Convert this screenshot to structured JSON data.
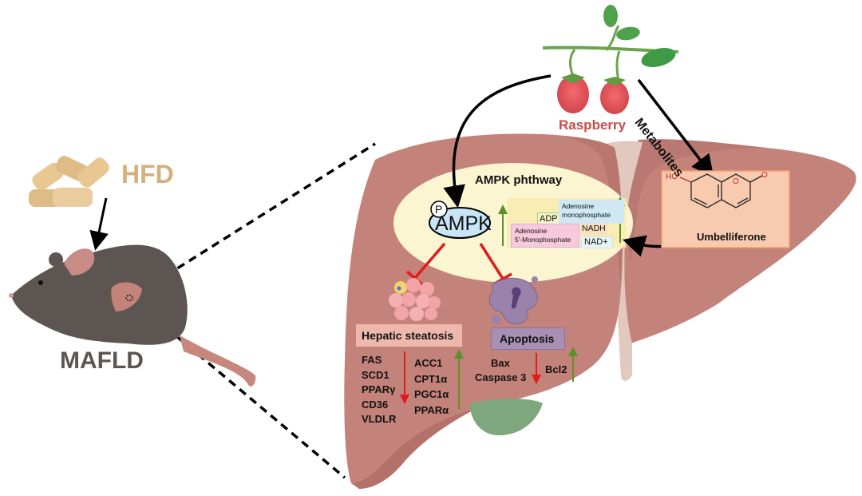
{
  "diagram": {
    "left": {
      "diet_label": "HFD",
      "model_label": "MAFLD"
    },
    "source": {
      "plant_label": "Raspberry",
      "metabolites_label": "Metabolites"
    },
    "pathway": {
      "title": "AMPK phthway",
      "kinase_label": "AMPK",
      "phospho_label": "P",
      "metabolites": {
        "adp": "ADP",
        "amp_line1": "Adenosine",
        "amp_line2": "monophosphate",
        "amp5_line1": "Adenosine",
        "amp5_line2": "5'-Monophosphate",
        "nadh": "NADH",
        "nad_plus": "NAD+"
      }
    },
    "compound": {
      "name": "Umbelliferone",
      "atom_ho": "HO",
      "atom_o_ring": "O",
      "atom_o_carbonyl": "O"
    },
    "outcomes": {
      "steatosis": {
        "title": "Hepatic steatosis",
        "down_genes": [
          "FAS",
          "SCD1",
          "PPARγ",
          "CD36",
          "VLDLR"
        ],
        "up_genes": [
          "ACC1",
          "CPT1α",
          "PGC1α",
          "PPARα"
        ]
      },
      "apoptosis": {
        "title": "Apoptosis",
        "down_genes": [
          "Bax",
          "Caspase 3"
        ],
        "up_genes": [
          "Bcl2"
        ]
      }
    },
    "colors": {
      "liver": "#c4837a",
      "liver_dark": "#b3716a",
      "ligament": "#e2c9bf",
      "pathway_bg": "#fbf5d2",
      "ampk_fill": "#c8e6f7",
      "inhibit_red": "#e01b1b",
      "up_green": "#5f8f2a",
      "hfd_text": "#d4b07a",
      "mafld_text": "#5c5550",
      "raspberry_text": "#c94b4b",
      "steatosis_box": "#efb8ad",
      "apoptosis_box": "#a88fb4",
      "compound_box": "#f8cbb0",
      "gallbladder": "#7ea77d"
    }
  }
}
